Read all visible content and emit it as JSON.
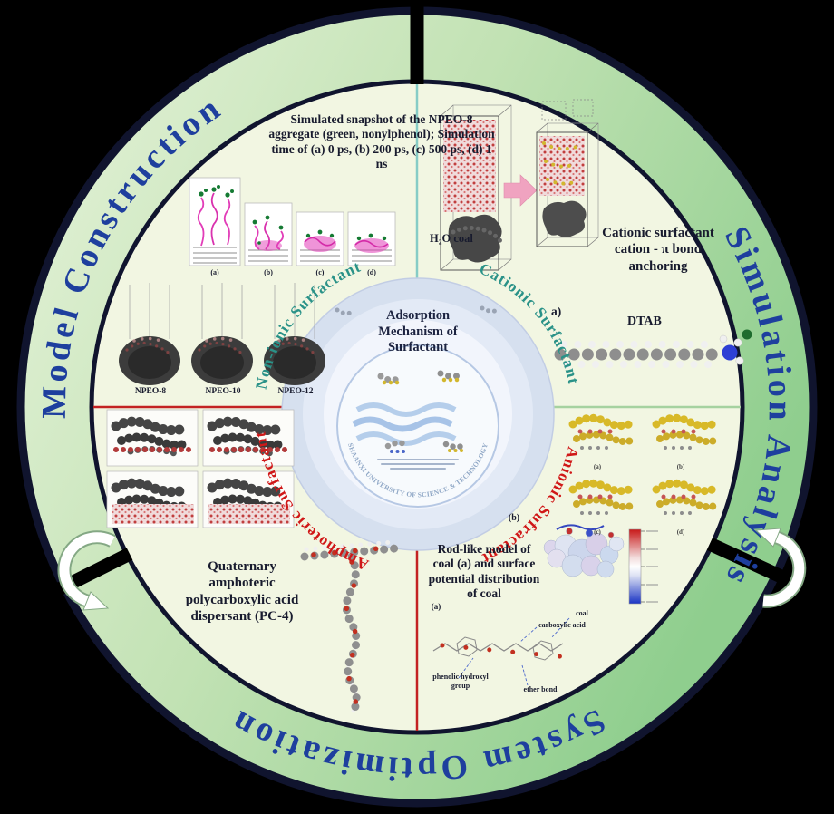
{
  "ring": {
    "title_left": "Model Construction",
    "title_right": "Simulation Analysis",
    "title_bottom": "System Optimization",
    "title_color": "#1e3f9e",
    "green_light": "#e6f3da",
    "green_mid": "#c2e2b4",
    "green_dark": "#8fce8e"
  },
  "quadrants": {
    "top_left_label": "Non-ionic Surfactant",
    "top_right_label": "Cationic Surfactant",
    "bottom_left_label": "Amphoteric Surfactant",
    "bottom_right_label": "Anionic Sufractant",
    "teal": "#2a9288",
    "red": "#d01818"
  },
  "center": {
    "heading": "Adsorption Mechanism of Surfactant",
    "watermark": "SHAANXI UNIVERSITY OF SCIENCE & TECHNOLOGY"
  },
  "non_ionic": {
    "caption": "Simulated snapshot of the NPEO-8 aggregate (green, nonylphenol); Simulation time of (a) 0 ps, (b) 200 ps, (c) 500 ps, (d) 1 ns",
    "panel_labels": [
      "(a)",
      "(b)",
      "(c)",
      "(d)"
    ],
    "molecule_labels": [
      "NPEO-8",
      "NPEO-10",
      "NPEO-12"
    ]
  },
  "cationic": {
    "system_label": "H₂O coal",
    "caption": "Cationic surfactant cation - π bond anchoring",
    "subfig_label": "a)",
    "molecule_name": "DTAB"
  },
  "amphoteric": {
    "caption": "Quaternary amphoteric polycarboxylic acid dispersant (PC-4)"
  },
  "anionic": {
    "caption": "Rod-like model of coal (a) and surface potential distribution of coal",
    "subfig_a": "(a)",
    "subfig_b": "(b)",
    "panel_labels": [
      "(a)",
      "(b)",
      "(c)",
      "(d)"
    ],
    "annotation_coal": "coal",
    "annotation_carboxylic": "carboxylic acid",
    "annotation_phenolic": "phenolic hydroxyl group",
    "annotation_ether": "ether bond"
  }
}
